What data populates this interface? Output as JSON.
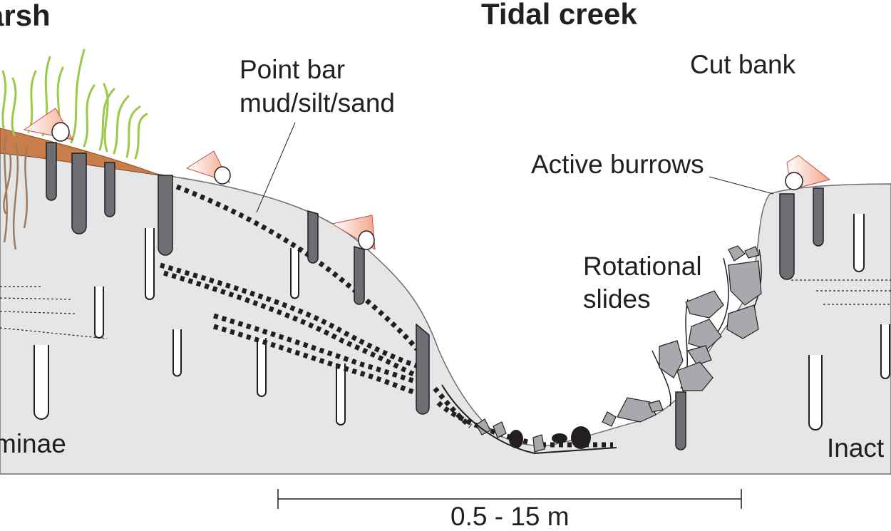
{
  "titles": {
    "left": "arsh",
    "right": "Tidal creek"
  },
  "labels": {
    "point_bar_line1": "Point bar",
    "point_bar_line2": "mud/silt/sand",
    "cut_bank": "Cut bank",
    "active_burrows": "Active burrows",
    "rotational_slides_line1": "Rotational",
    "rotational_slides_line2": "slides",
    "laminae": "minae",
    "inactive": "Inact"
  },
  "scale_bar": {
    "label": "0.5 - 15 m"
  },
  "colors": {
    "sediment": "#e5e6e7",
    "marsh_soil": "#c87d4b",
    "grass": "#9cc94a",
    "roots": "#a07a5c",
    "active_burrow": "#6d6e71",
    "outline": "#231f20",
    "animal": "#f4a58a"
  }
}
